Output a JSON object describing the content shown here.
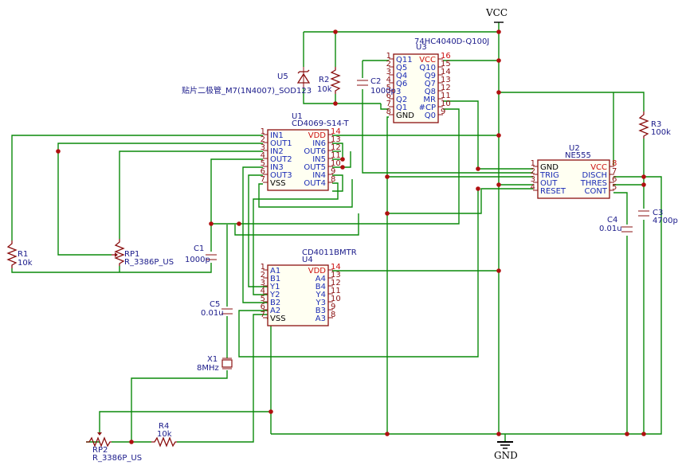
{
  "power": {
    "vcc": "VCC",
    "gnd": "GND"
  },
  "u3": {
    "ref": "U3",
    "value": "74HC4040D-Q100J",
    "left_pins": [
      {
        "num": "1",
        "label": "Q11"
      },
      {
        "num": "2",
        "label": "Q5"
      },
      {
        "num": "3",
        "label": "Q4"
      },
      {
        "num": "4",
        "label": "Q6"
      },
      {
        "num": "5",
        "label": "3"
      },
      {
        "num": "6",
        "label": "Q2"
      },
      {
        "num": "7",
        "label": "Q1"
      },
      {
        "num": "8",
        "label": "GND"
      }
    ],
    "right_pins": [
      {
        "num": "16",
        "label": "VCC"
      },
      {
        "num": "15",
        "label": "Q10"
      },
      {
        "num": "14",
        "label": "Q9"
      },
      {
        "num": "13",
        "label": "Q7"
      },
      {
        "num": "12",
        "label": "Q8"
      },
      {
        "num": "11",
        "label": "MR"
      },
      {
        "num": "10",
        "label": "#CP"
      },
      {
        "num": "9",
        "label": "Q0"
      }
    ]
  },
  "u1": {
    "ref": "U1",
    "value": "CD4069-S14-T",
    "left_pins": [
      {
        "num": "1",
        "label": "IN1"
      },
      {
        "num": "2",
        "label": "OUT1"
      },
      {
        "num": "3",
        "label": "IN2"
      },
      {
        "num": "4",
        "label": "OUT2"
      },
      {
        "num": "5",
        "label": "IN3"
      },
      {
        "num": "6",
        "label": "OUT3"
      },
      {
        "num": "7",
        "label": "VSS"
      }
    ],
    "right_pins": [
      {
        "num": "14",
        "label": "VDD"
      },
      {
        "num": "13",
        "label": "IN6"
      },
      {
        "num": "12",
        "label": "OUT6"
      },
      {
        "num": "11",
        "label": "IN5"
      },
      {
        "num": "10",
        "label": "OUT5"
      },
      {
        "num": "9",
        "label": "IN4"
      },
      {
        "num": "8",
        "label": "OUT4"
      }
    ]
  },
  "u2": {
    "ref": "U2",
    "value": "NE555",
    "left_pins": [
      {
        "num": "1",
        "label": "GND"
      },
      {
        "num": "2",
        "label": "TRIG"
      },
      {
        "num": "3",
        "label": "OUT"
      },
      {
        "num": "4",
        "label": "RESET"
      }
    ],
    "right_pins": [
      {
        "num": "8",
        "label": "VCC"
      },
      {
        "num": "7",
        "label": "DISCH"
      },
      {
        "num": "6",
        "label": "THRES"
      },
      {
        "num": "5",
        "label": "CONT"
      }
    ]
  },
  "u4": {
    "ref": "U4",
    "value": "CD4011BMTR",
    "left_pins": [
      {
        "num": "1",
        "label": "A1"
      },
      {
        "num": "2",
        "label": "B1"
      },
      {
        "num": "3",
        "label": "Y1"
      },
      {
        "num": "4",
        "label": "Y2"
      },
      {
        "num": "5",
        "label": "B2"
      },
      {
        "num": "6",
        "label": "A2"
      },
      {
        "num": "7",
        "label": "VSS"
      }
    ],
    "right_pins": [
      {
        "num": "14",
        "label": "VDD"
      },
      {
        "num": "13",
        "label": "A4"
      },
      {
        "num": "12",
        "label": "B4"
      },
      {
        "num": "11",
        "label": "Y4"
      },
      {
        "num": "10",
        "label": "Y3"
      },
      {
        "num": "9",
        "label": "B3"
      },
      {
        "num": "8",
        "label": "A3"
      }
    ]
  },
  "u5": {
    "ref": "U5",
    "value": "贴片二极管_M7(1N4007)_SOD123"
  },
  "r1": {
    "ref": "R1",
    "value": "10k"
  },
  "r2": {
    "ref": "R2",
    "value": "10k"
  },
  "r3": {
    "ref": "R3",
    "value": "100k"
  },
  "r4": {
    "ref": "R4",
    "value": "10k"
  },
  "rp1": {
    "ref": "RP1",
    "value": "R_3386P_US"
  },
  "rp2": {
    "ref": "RP2",
    "value": "R_3386P_US"
  },
  "c1": {
    "ref": "C1",
    "value": "1000p"
  },
  "c2": {
    "ref": "C2",
    "value": "1000p"
  },
  "c3": {
    "ref": "C3",
    "value": "4700p"
  },
  "c4": {
    "ref": "C4",
    "value": "0.01u"
  },
  "c5": {
    "ref": "C5",
    "value": "0.01u"
  },
  "x1": {
    "ref": "X1",
    "value": "8MHz"
  }
}
